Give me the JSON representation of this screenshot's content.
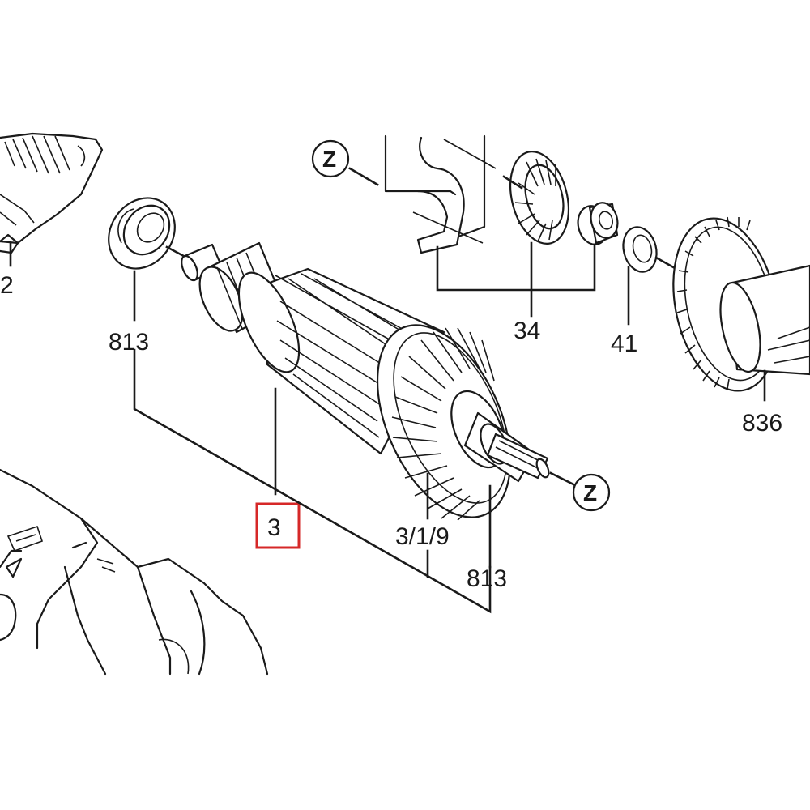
{
  "labels": {
    "part_2": "2",
    "part_813_top": "813",
    "part_813_bottom": "813",
    "part_3": "3",
    "part_3_1_9": "3/1/9",
    "part_34": "34",
    "part_41": "41",
    "part_836": "836",
    "ref_z_top": "Z",
    "ref_z_bottom": "Z"
  },
  "colors": {
    "ink": "#1a1a1a",
    "highlight_box": "#d62828",
    "background": "#ffffff"
  },
  "highlighted_part": "3"
}
